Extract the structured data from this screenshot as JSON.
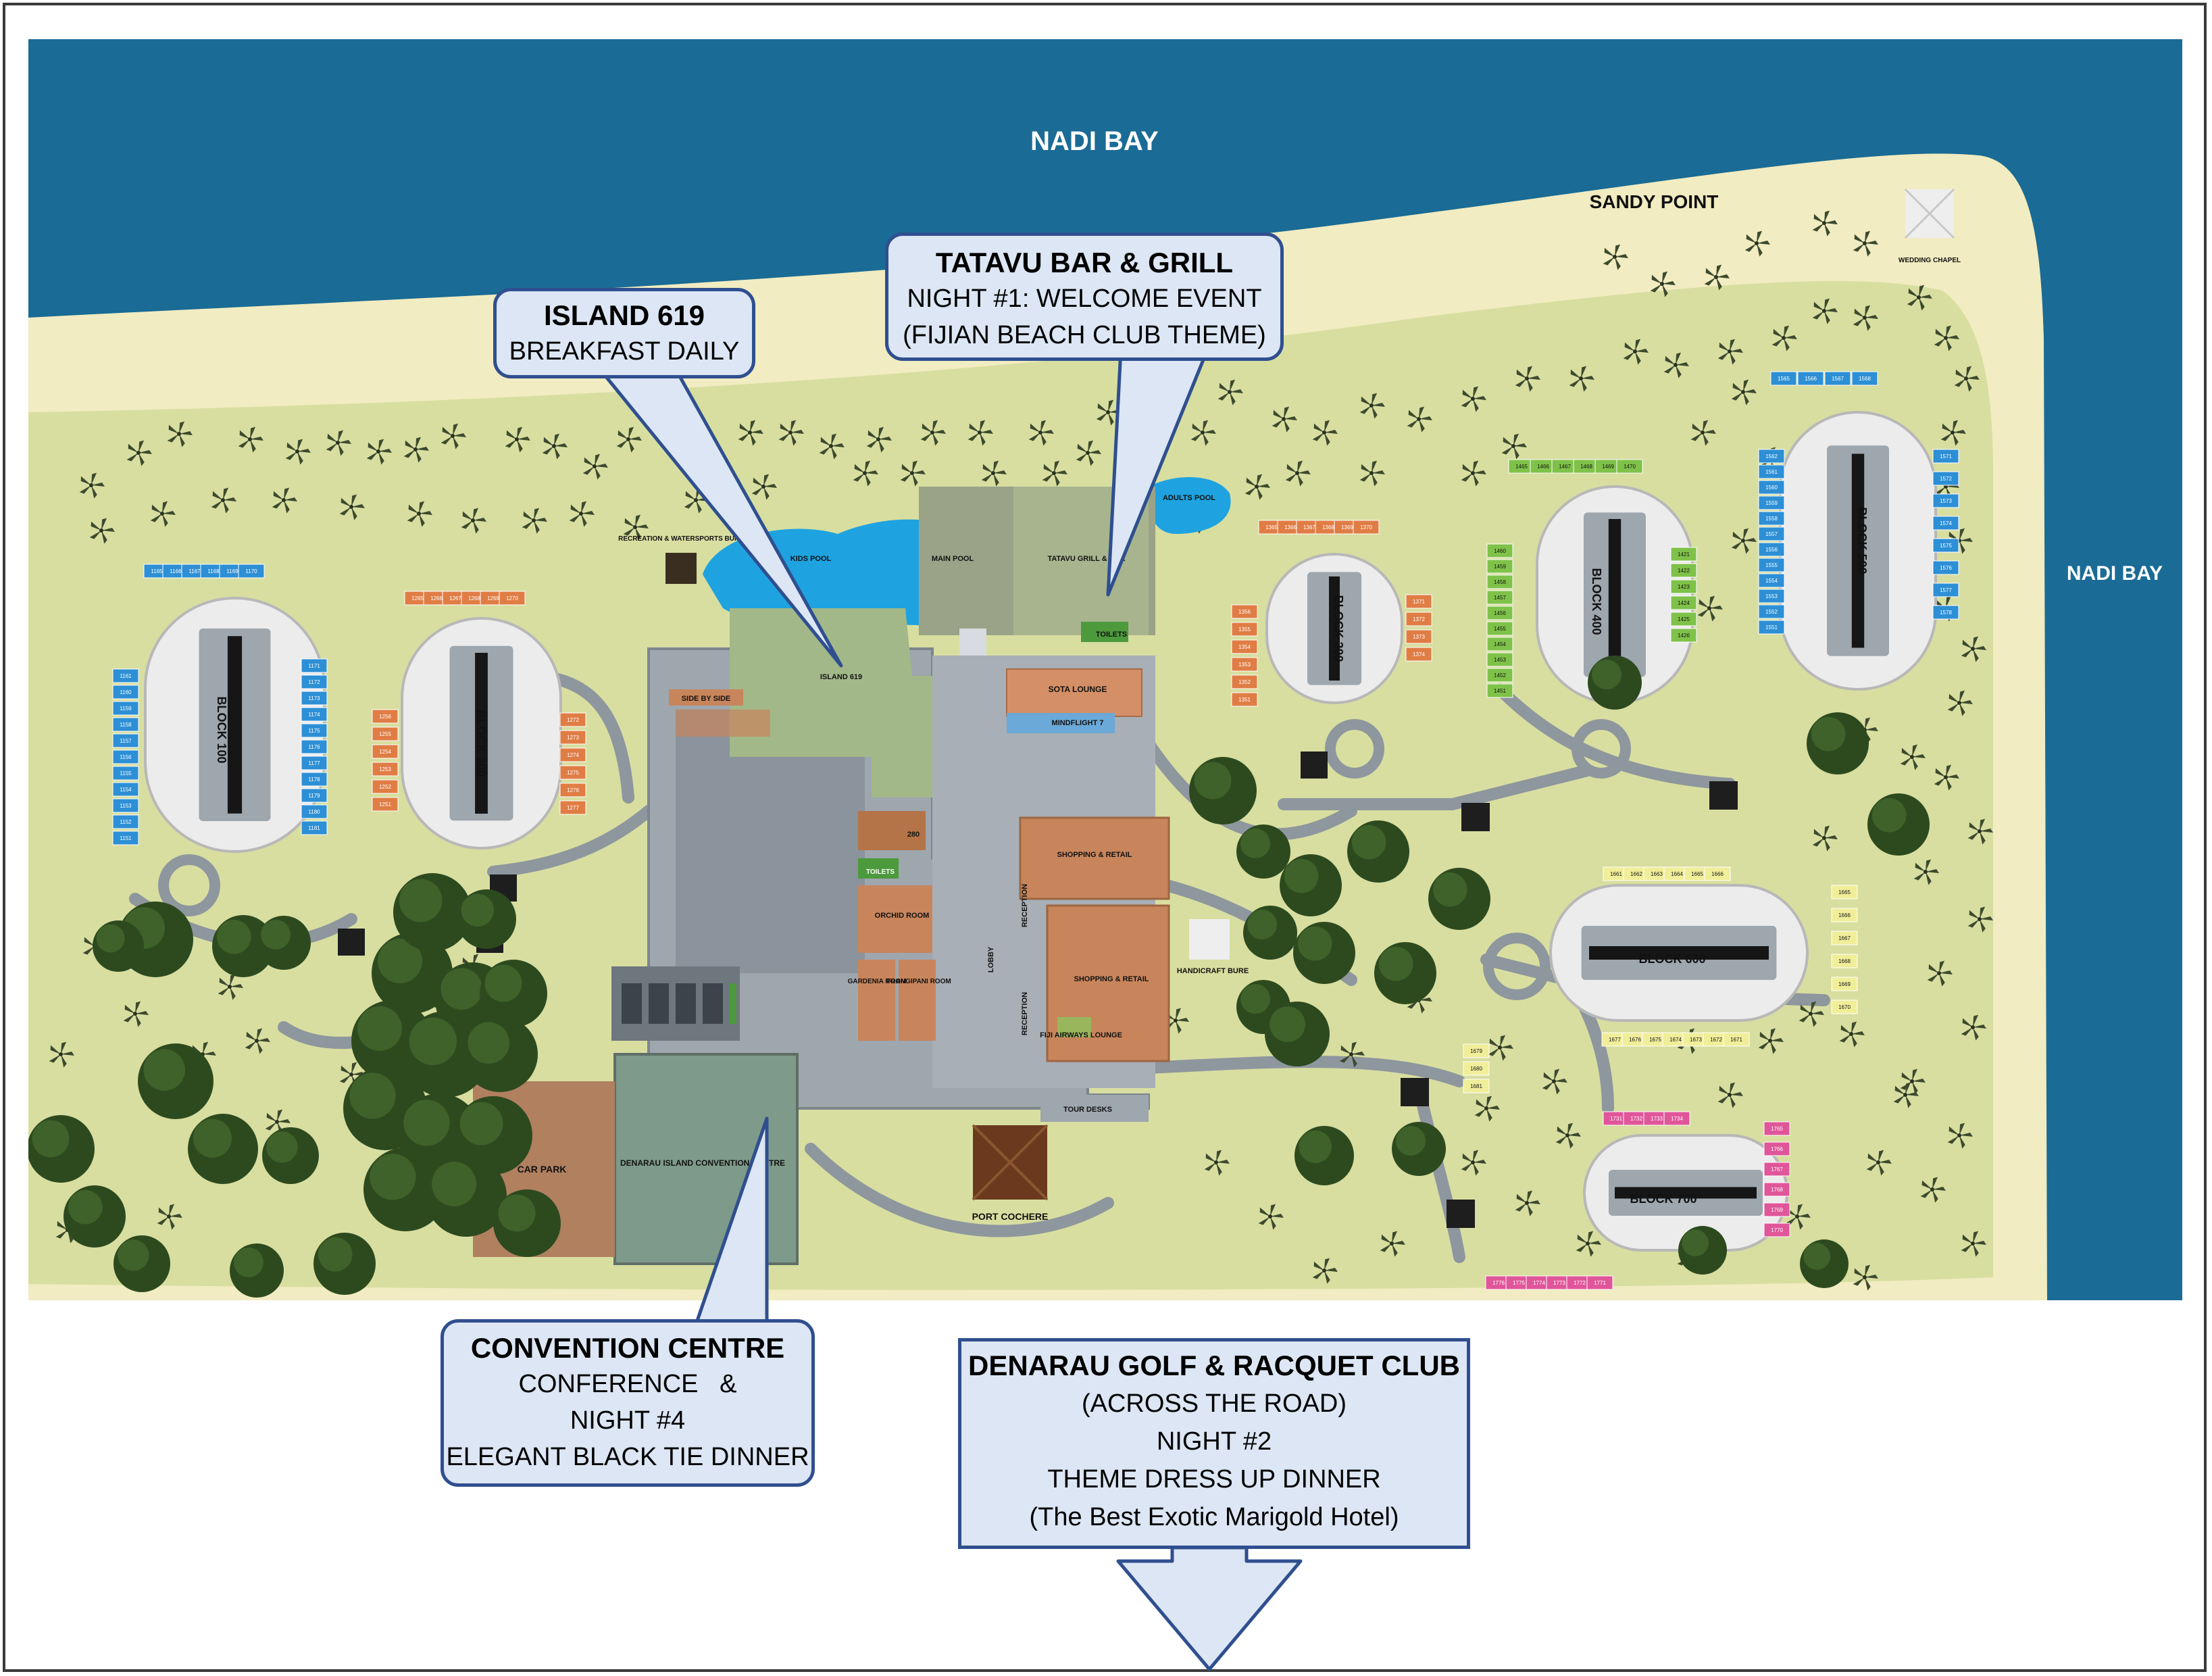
{
  "water": {
    "top_label": "NADI BAY",
    "right_label": "NADI BAY",
    "point_label": "SANDY POINT"
  },
  "map_labels": {
    "wedding_chapel": "WEDDING CHAPEL",
    "recreation_bure": "RECREATION & WATERSPORTS BURE",
    "kids_pool": "KIDS POOL",
    "main_pool": "MAIN POOL",
    "adults_pool": "ADULTS POOL",
    "tatavu": "TATAVU GRILL & BAR",
    "toilets_tatavu": "TOILETS",
    "island_619": "ISLAND 619",
    "side_by_side": "SIDE BY SIDE",
    "sota_lounge": "SOTA LOUNGE",
    "mindflight": "MINDFLIGHT 7",
    "shopping_1": "SHOPPING & RETAIL",
    "shopping_2": "SHOPPING & RETAIL",
    "handicraft_bure": "HANDICRAFT BURE",
    "lobby": "LOBBY",
    "reception_1": "RECEPTION",
    "reception_2": "RECEPTION",
    "fiji_airways_lounge": "FIJI AIRWAYS LOUNGE",
    "tour_desks": "TOUR DESKS",
    "room_280": "280",
    "toilets_main": "TOILETS",
    "orchid_room": "ORCHID ROOM",
    "gardenia_room": "GARDENIA ROOM",
    "frangipani_room": "FRANGIPANI ROOM",
    "port_cochere": "PORT COCHERE",
    "car_park": "CAR PARK",
    "convention_centre": "DENARAU ISLAND CONVENTION CENTRE",
    "block_100": "BLOCK 100",
    "block_200": "BLOCK 200",
    "block_300": "BLOCK 300",
    "block_400": "BLOCK 400",
    "block_500": "BLOCK 500",
    "block_600": "BLOCK 600",
    "block_700": "BLOCK 700"
  },
  "rooms": {
    "b100_top": [
      "1165",
      "1166",
      "1167",
      "1168",
      "1169",
      "1170"
    ],
    "b100_left": [
      "1161",
      "1160",
      "1159",
      "1158",
      "1157",
      "1156",
      "1155",
      "1154",
      "1153",
      "1152",
      "1151"
    ],
    "b100_right": [
      "1171",
      "1172",
      "1173",
      "1174",
      "1175",
      "1176",
      "1177",
      "1178",
      "1179",
      "1180",
      "1181"
    ],
    "b200_top": [
      "1265",
      "1266",
      "1267",
      "1268",
      "1269",
      "1270"
    ],
    "b200_left": [
      "1256",
      "1255",
      "1254",
      "1253",
      "1252",
      "1251"
    ],
    "b200_right": [
      "1272",
      "1273",
      "1274",
      "1275",
      "1276",
      "1277"
    ],
    "b300_top": [
      "1365",
      "1366",
      "1367",
      "1368",
      "1369",
      "1370"
    ],
    "b300_left": [
      "1356",
      "1355",
      "1354",
      "1353",
      "1352",
      "1351"
    ],
    "b300_right": [
      "1371",
      "1372",
      "1373",
      "1374"
    ],
    "b400_top": [
      "1465",
      "1466",
      "1467",
      "1468",
      "1469",
      "1470"
    ],
    "b400_left": [
      "1460",
      "1459",
      "1458",
      "1457",
      "1456",
      "1455",
      "1454",
      "1453",
      "1452",
      "1451"
    ],
    "b400_right": [
      "1421",
      "1422",
      "1423",
      "1424",
      "1425",
      "1426"
    ],
    "b500_top": [
      "1565",
      "1566",
      "1567",
      "1568"
    ],
    "b500_left": [
      "1562",
      "1561",
      "1560",
      "1559",
      "1558",
      "1557",
      "1556",
      "1555",
      "1554",
      "1553",
      "1552",
      "1551"
    ],
    "b500_right": [
      "1571",
      "1572",
      "1573",
      "1574",
      "1575",
      "1576",
      "1577",
      "1578"
    ],
    "b600_top": [
      "1661",
      "1662",
      "1663",
      "1664",
      "1665",
      "1666"
    ],
    "b600_right": [
      "1665",
      "1666",
      "1667",
      "1668",
      "1669",
      "1670"
    ],
    "b600_bottom": [
      "1677",
      "1676",
      "1675",
      "1674",
      "1673",
      "1672",
      "1671"
    ],
    "b600_left": [
      "1679",
      "1680",
      "1681"
    ],
    "b700_top": [
      "1731",
      "1732",
      "1733",
      "1734"
    ],
    "b700_right": [
      "1765",
      "1766",
      "1767",
      "1768",
      "1769",
      "1770"
    ],
    "b700_bottom": [
      "1776",
      "1775",
      "1774",
      "1773",
      "1772",
      "1771"
    ]
  },
  "callouts": {
    "island619": {
      "title": "ISLAND 619",
      "lines": [
        "BREAKFAST DAILY"
      ]
    },
    "tatavu": {
      "title": "TATAVU BAR & GRILL",
      "lines": [
        "NIGHT #1: WELCOME EVENT",
        "(FIJIAN BEACH CLUB THEME)"
      ]
    },
    "convention": {
      "title": "CONVENTION CENTRE",
      "lines": [
        "CONFERENCE   &",
        "NIGHT #4",
        "ELEGANT BLACK TIE DINNER"
      ]
    },
    "golf": {
      "title": "DENARAU GOLF & RACQUET CLUB",
      "lines": [
        "(ACROSS THE ROAD)",
        "NIGHT #2",
        "THEME DRESS UP DINNER",
        "(The Best Exotic Marigold Hotel)"
      ]
    }
  },
  "colors": {
    "sea": "#1a6b95",
    "sand": "#f1ecc1",
    "grass": "#d8dea0",
    "path": "#8e969e",
    "building": "#9ea6ae",
    "room_blue": "#2d8fd5",
    "room_orange": "#e07d45",
    "room_green": "#7fc24a",
    "room_yellow": "#f1ee9a",
    "room_pink": "#e0569a",
    "callout_fill": "#dce6f4",
    "callout_border": "#2f4f8f"
  }
}
